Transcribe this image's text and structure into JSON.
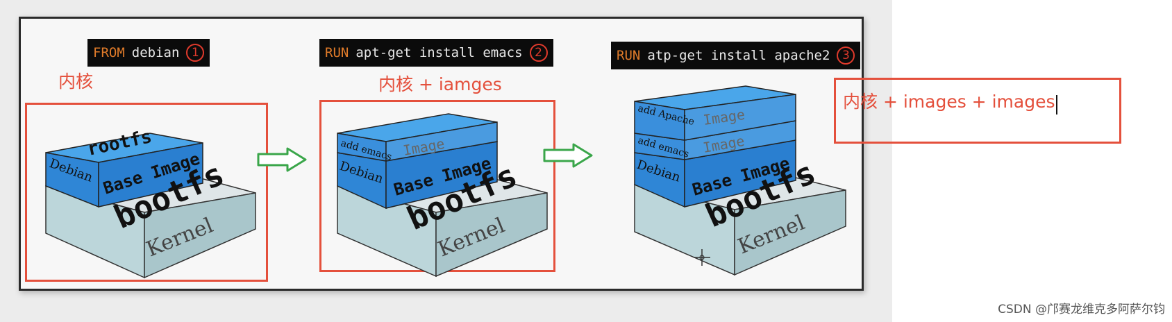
{
  "commands": [
    {
      "keyword": "FROM",
      "text": "debian",
      "num": "1"
    },
    {
      "keyword": "RUN",
      "text": "apt-get install emacs",
      "num": "2"
    },
    {
      "keyword": "RUN",
      "text": "atp-get install apache2",
      "num": "3"
    }
  ],
  "annotations": {
    "stage1": "内核",
    "stage2": "内核 + iamges",
    "stage3": "内核 + images  + images"
  },
  "layers": {
    "kernel": "Kernel",
    "bootfs": "bootfs",
    "base_image": "Base Image",
    "debian": "Debian",
    "rootfs": "rootfs",
    "image": "Image",
    "add_emacs": "add emacs",
    "add_apache": "add Apache"
  },
  "watermark": "CSDN @邝赛龙维克多阿萨尔钧",
  "colors": {
    "annotation_red": "#e4503c",
    "arrow_green": "#3aa64a",
    "layer_blue": "#2f86d6",
    "layer_blue_top": "#4aa6ea",
    "layer_grey": "#c9d3d6",
    "command_keyword": "#e07b2a"
  }
}
